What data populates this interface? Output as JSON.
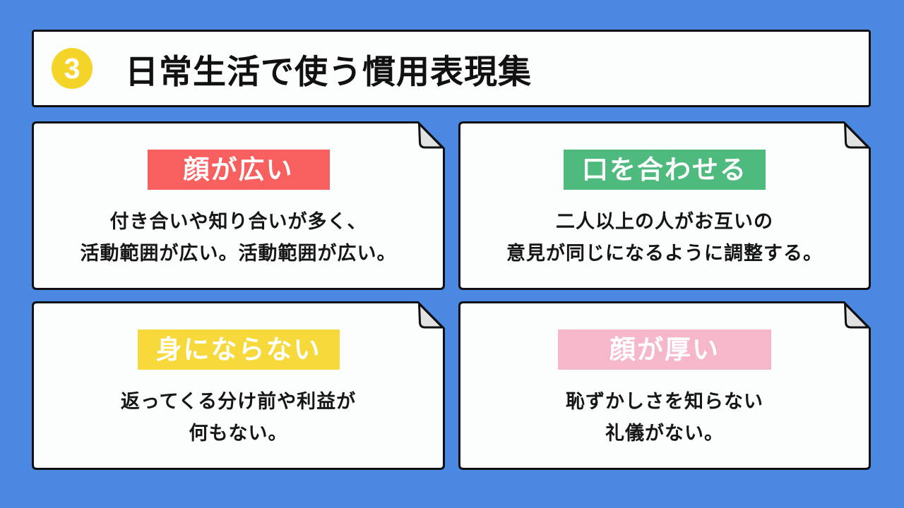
{
  "background_color": "#4b88e2",
  "header": {
    "number_badge": "3",
    "badge_color": "#f5d429",
    "title": "日常生活で使う慣用表現集"
  },
  "colors": {
    "card_background": "#fcfdfd",
    "card_border": "#101010",
    "fold_gray": "#e2e2e2"
  },
  "cards": [
    {
      "label": "顔が広い",
      "label_bg": "#f8605f",
      "description": "付き合いや知り合いが多く、\n活動範囲が広い。活動範囲が広い。"
    },
    {
      "label": "口を合わせる",
      "label_bg": "#4eba7e",
      "description": "二人以上の人がお互いの\n意見が同じになるように調整する。"
    },
    {
      "label": "身にならない",
      "label_bg": "#f8d93b",
      "description": "返ってくる分け前や利益が\n何もない。"
    },
    {
      "label": "顔が厚い",
      "label_bg": "#f7b7cb",
      "description": "恥ずかしさを知らない\n礼儀がない。"
    }
  ]
}
